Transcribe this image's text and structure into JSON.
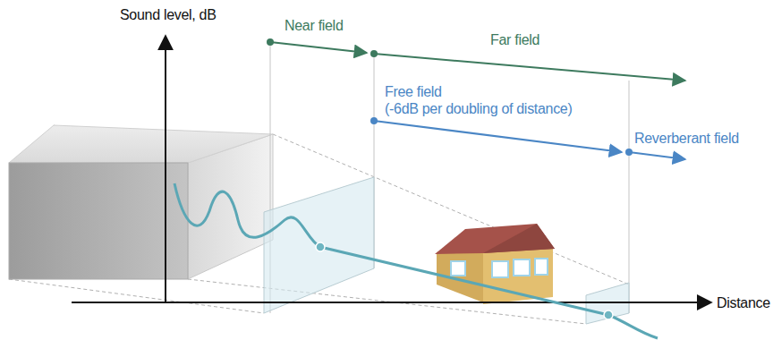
{
  "diagram": {
    "labels": [
      "Sound level, dB",
      "Near field",
      "Far field",
      "Free field",
      "(-6dB per doubling of distance)",
      "Reverberant field",
      "Distance"
    ]
  }
}
